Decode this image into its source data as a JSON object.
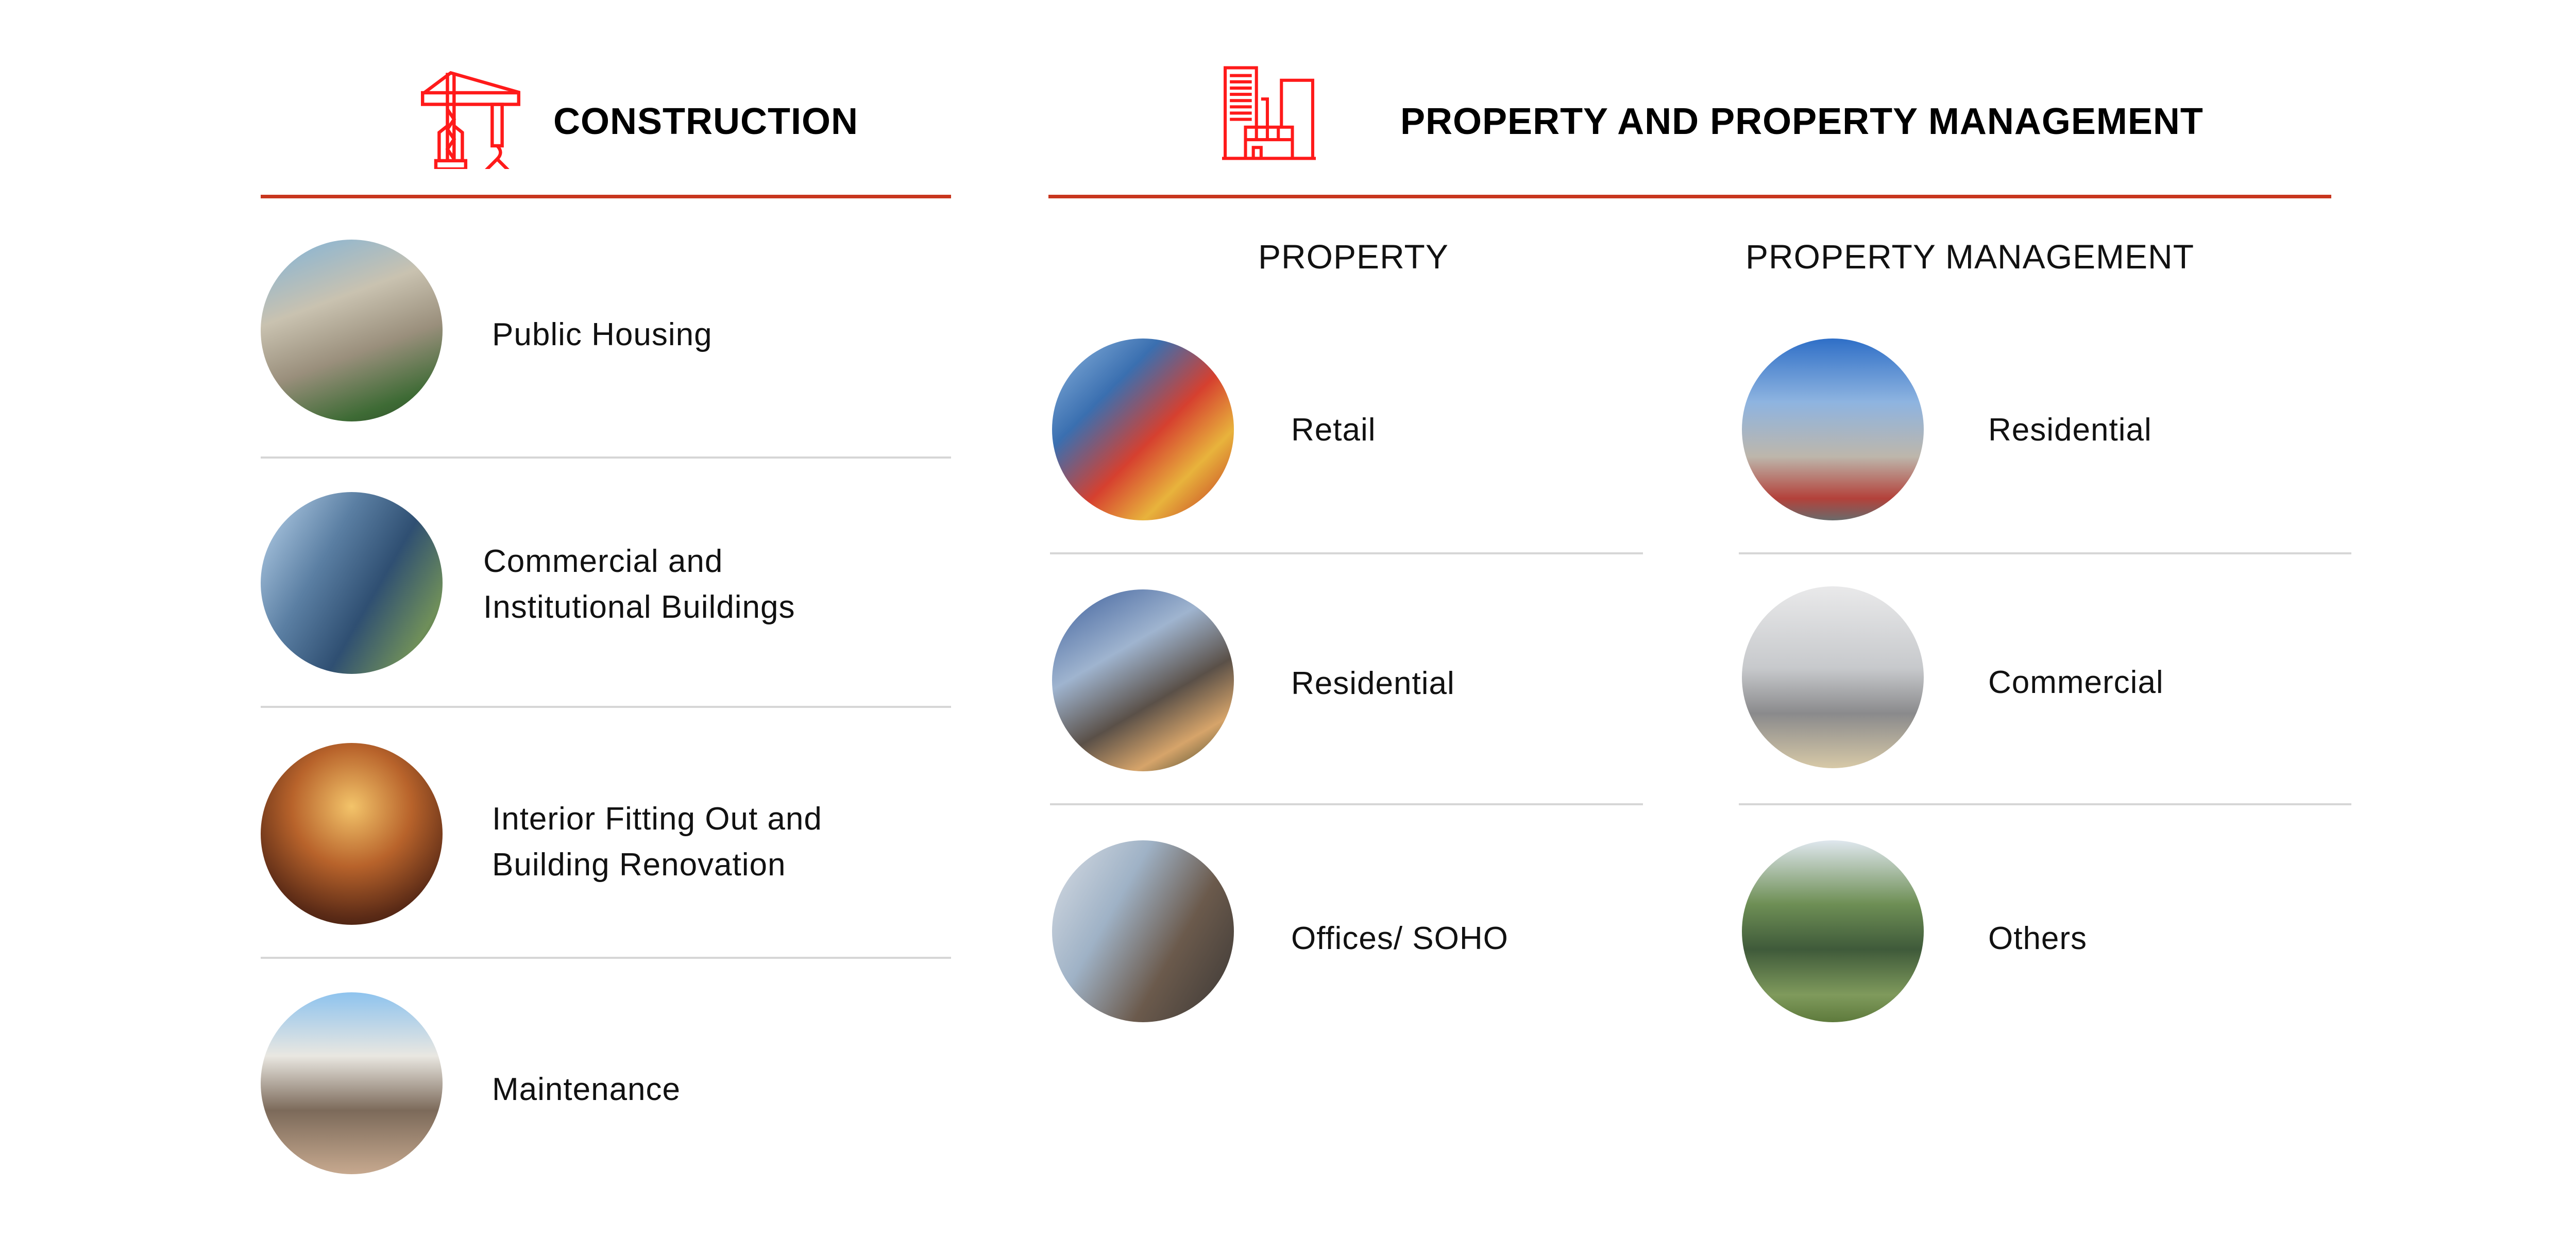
{
  "construction": {
    "title": "CONSTRUCTION",
    "icon": "crane-icon",
    "items": [
      {
        "lines": [
          "Public Housing"
        ]
      },
      {
        "lines": [
          "Commercial and",
          "Institutional Buildings"
        ]
      },
      {
        "lines": [
          "Interior Fitting Out and",
          "Building Renovation"
        ]
      },
      {
        "lines": [
          "Maintenance"
        ]
      }
    ]
  },
  "property_section": {
    "title": "PROPERTY AND PROPERTY MANAGEMENT",
    "icon": "buildings-icon",
    "property": {
      "heading": "PROPERTY",
      "items": [
        {
          "label": "Retail"
        },
        {
          "label": "Residential"
        },
        {
          "label": "Offices/ SOHO"
        }
      ]
    },
    "management": {
      "heading": "PROPERTY MANAGEMENT",
      "items": [
        {
          "label": "Residential"
        },
        {
          "label": "Commercial"
        },
        {
          "label": "Others"
        }
      ]
    }
  },
  "colors": {
    "accent": "#c8361e",
    "icon": "#ff1a1a",
    "divider": "#d6d6d6"
  }
}
